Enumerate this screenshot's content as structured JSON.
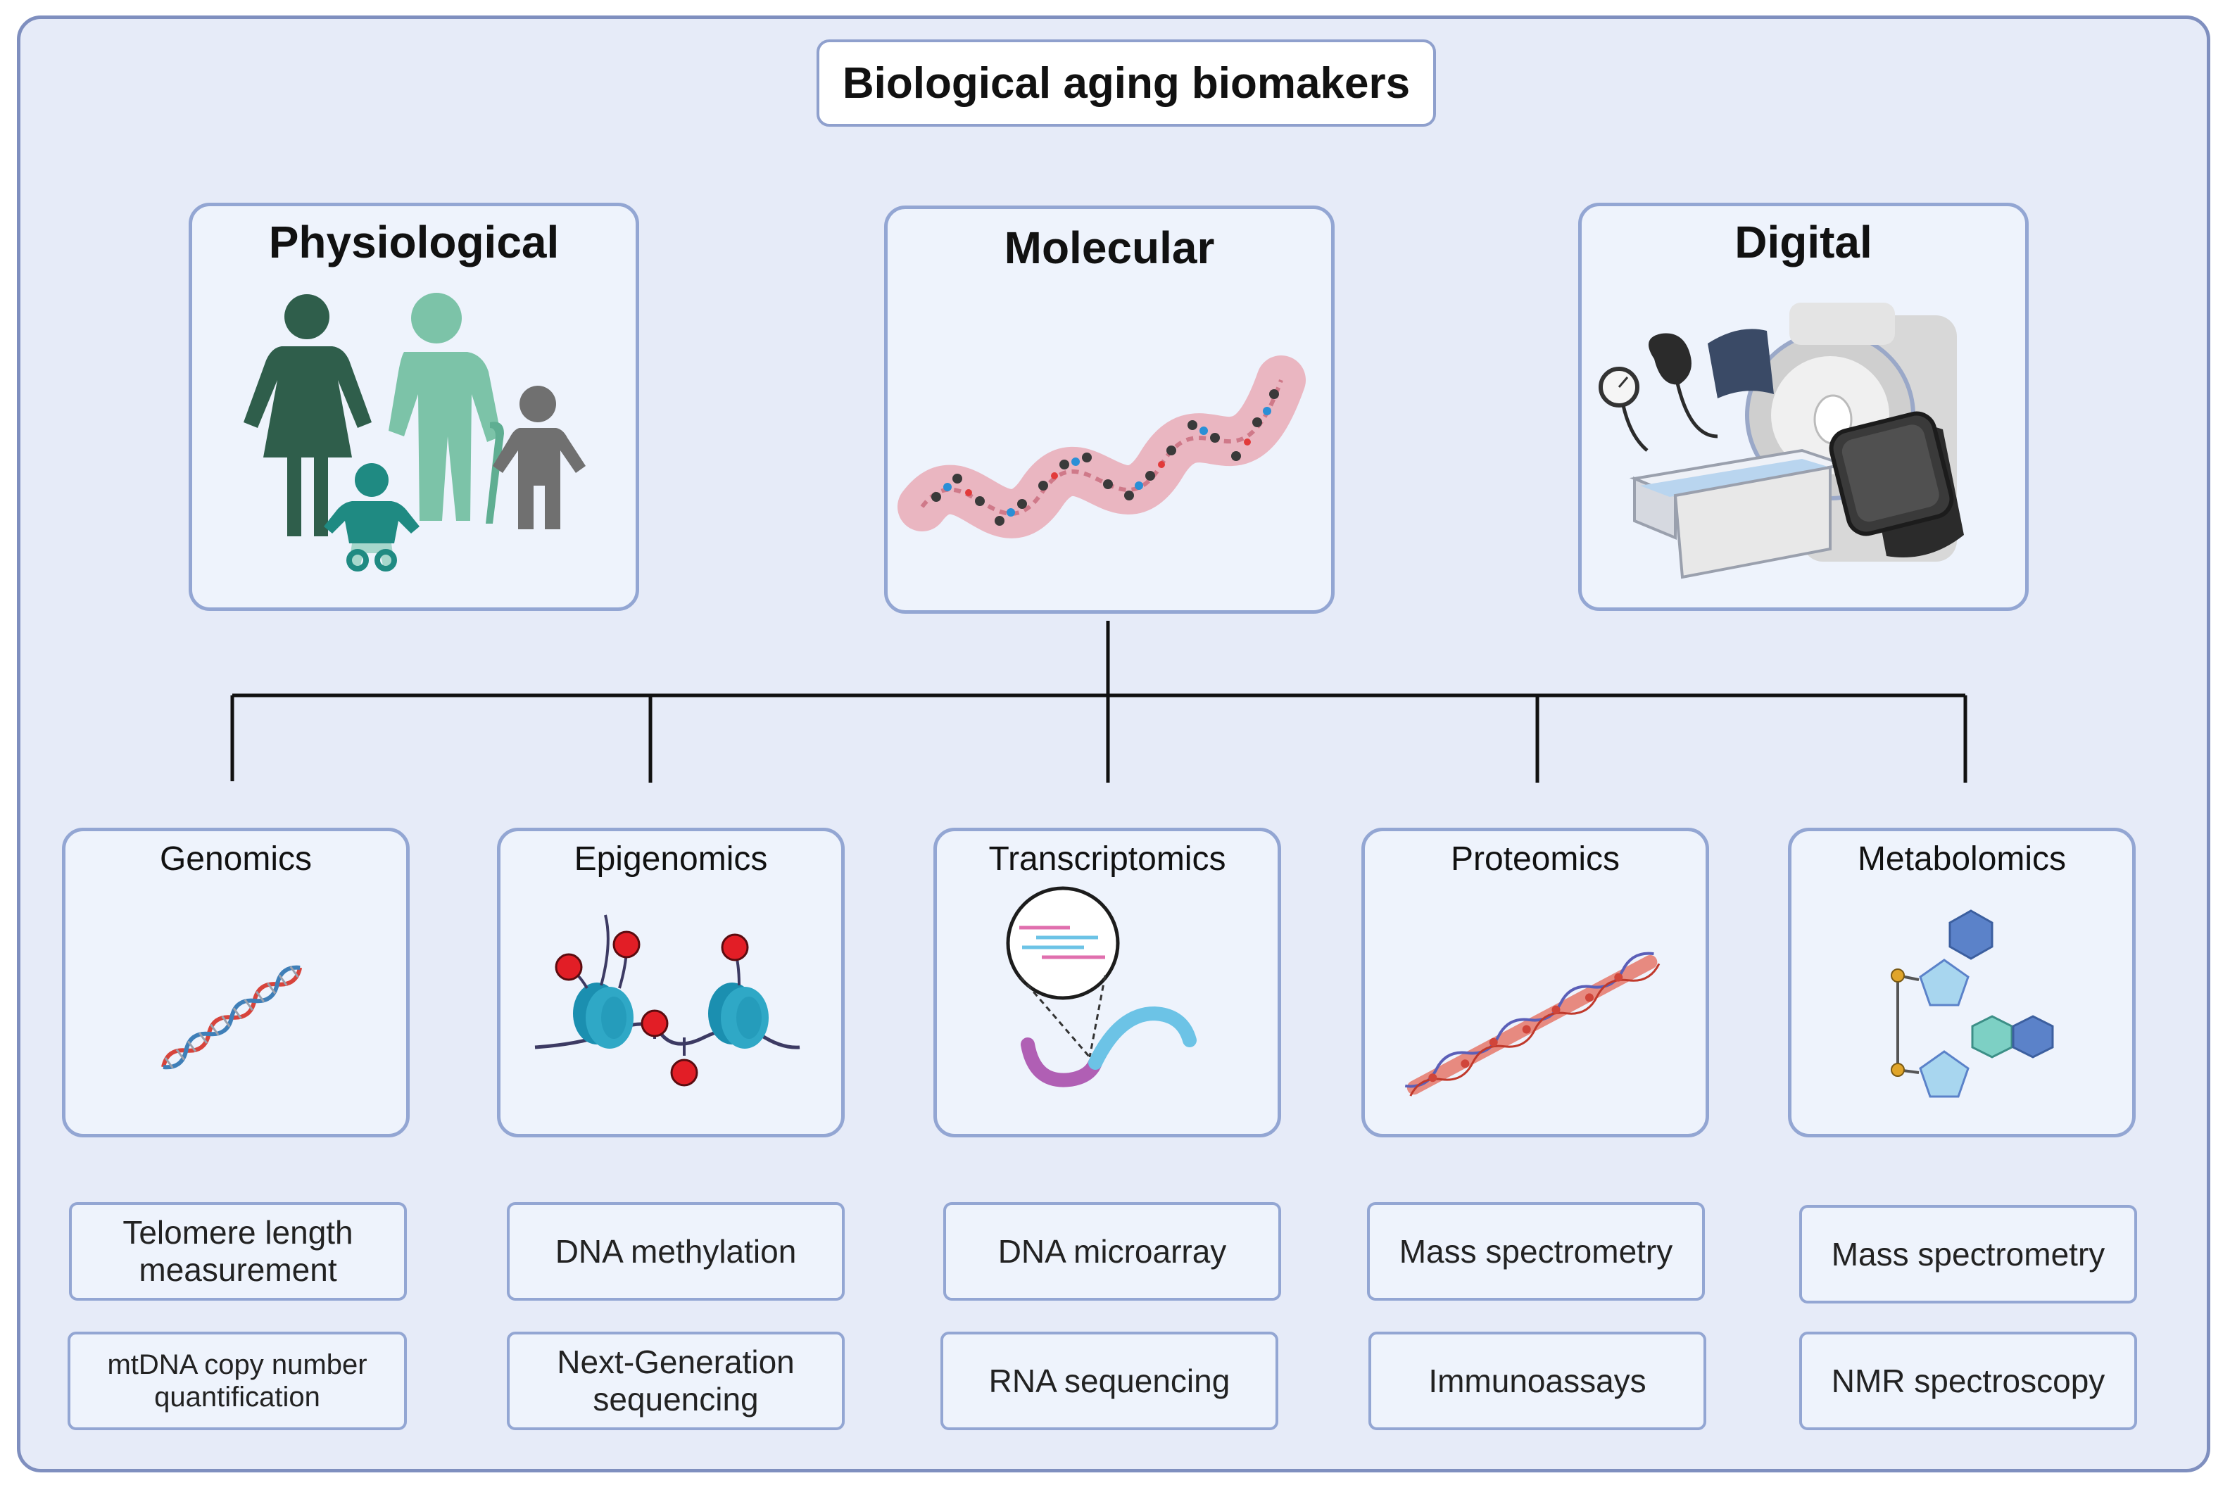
{
  "title": "Biological aging biomakers",
  "categories": [
    {
      "key": "physiological",
      "label": "Physiological",
      "icon": "family-icon"
    },
    {
      "key": "molecular",
      "label": "Molecular",
      "icon": "protein-helix-icon"
    },
    {
      "key": "digital",
      "label": "Digital",
      "icon": "medical-devices-icon"
    }
  ],
  "omics": [
    {
      "key": "genomics",
      "label": "Genomics",
      "icon": "dna-icon",
      "methods": [
        "Telomere length measurement",
        "mtDNA copy number quantification"
      ]
    },
    {
      "key": "epigenomics",
      "label": "Epigenomics",
      "icon": "nucleosome-methylation-icon",
      "methods": [
        "DNA methylation",
        "Next-Generation sequencing"
      ]
    },
    {
      "key": "transcriptomics",
      "label": "Transcriptomics",
      "icon": "rna-strand-icon",
      "methods": [
        "DNA microarray",
        "RNA sequencing"
      ]
    },
    {
      "key": "proteomics",
      "label": "Proteomics",
      "icon": "protein-fiber-icon",
      "methods": [
        "Mass spectrometry",
        "Immunoassays"
      ]
    },
    {
      "key": "metabolomics",
      "label": "Metabolomics",
      "icon": "metabolite-structures-icon",
      "methods": [
        "Mass spectrometry",
        "NMR spectroscopy"
      ]
    }
  ],
  "colors": {
    "background": "#e6ebf8",
    "panel": "#eef3fc",
    "border": "#93a6d3",
    "connector": "#111111",
    "family_dark": "#2f5e4b",
    "family_light": "#7cc3a8",
    "family_child": "#1f8a82",
    "family_grey": "#707070",
    "dna_red": "#d7443c",
    "dna_blue": "#3f7fb8",
    "methyl_red": "#e21e26",
    "nucleosome": "#2fa8c6",
    "rna_blue": "#6cc3e6",
    "rna_purple": "#b05fb4",
    "hex_blue": "#5b82c9",
    "pentagon": "#a8d6ef",
    "node_gold": "#e0a52a"
  }
}
